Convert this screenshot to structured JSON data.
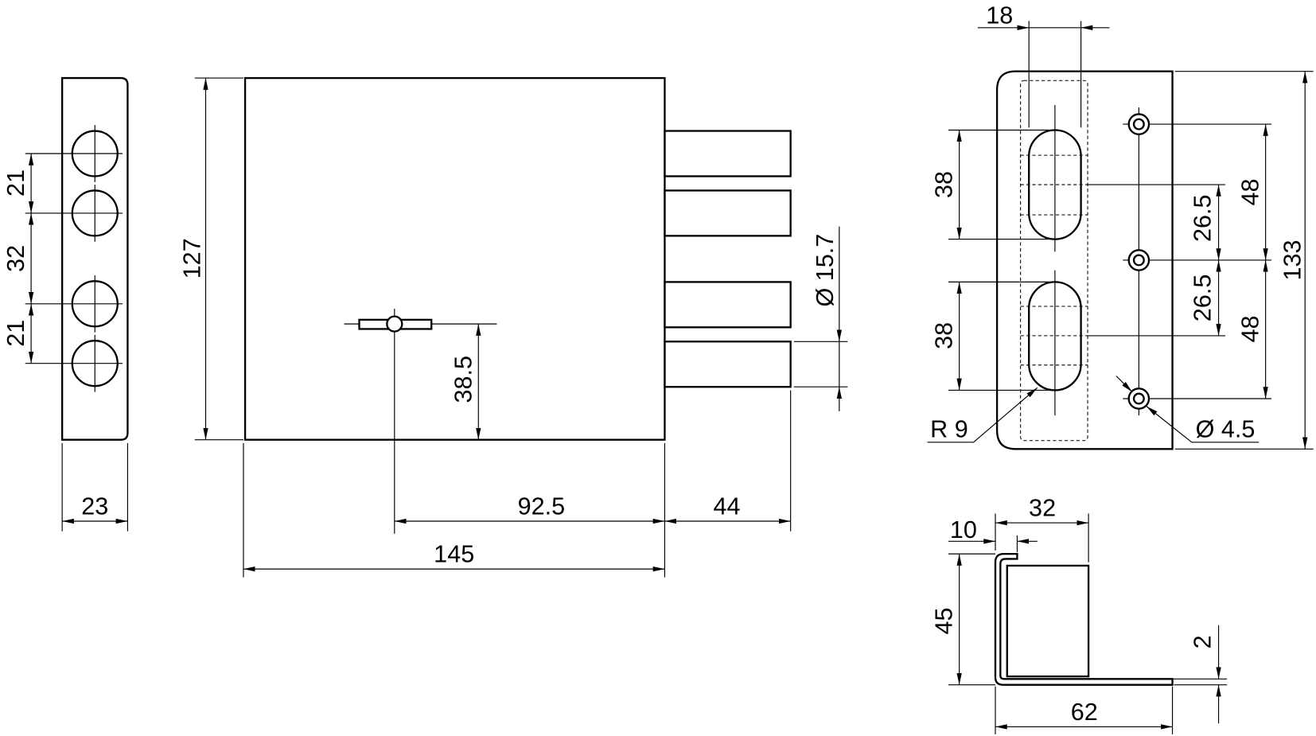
{
  "colors": {
    "line": "#000000",
    "background": "#ffffff"
  },
  "end_view": {
    "dim_21_top": "21",
    "dim_32": "32",
    "dim_21_bottom": "21",
    "dim_width": "23"
  },
  "side_view": {
    "dim_height": "127",
    "dim_keyhole_height": "38.5",
    "dim_keyhole_offset": "92.5",
    "dim_bolt_throw": "44",
    "dim_length": "145",
    "dim_bolt_diameter": "Ø 15.7"
  },
  "strike_plate": {
    "dim_slot_width": "18",
    "dim_slot_upper": "38",
    "dim_slot_lower": "38",
    "dim_offset_upper": "26.5",
    "dim_offset_lower": "26.5",
    "dim_hole_pitch_upper": "48",
    "dim_hole_pitch_lower": "48",
    "dim_height": "133",
    "dim_radius": "R 9",
    "dim_hole_diameter": "Ø 4.5"
  },
  "profile_view": {
    "dim_depth": "32",
    "dim_flange": "10",
    "dim_height": "45",
    "dim_thickness": "2",
    "dim_width": "62"
  }
}
